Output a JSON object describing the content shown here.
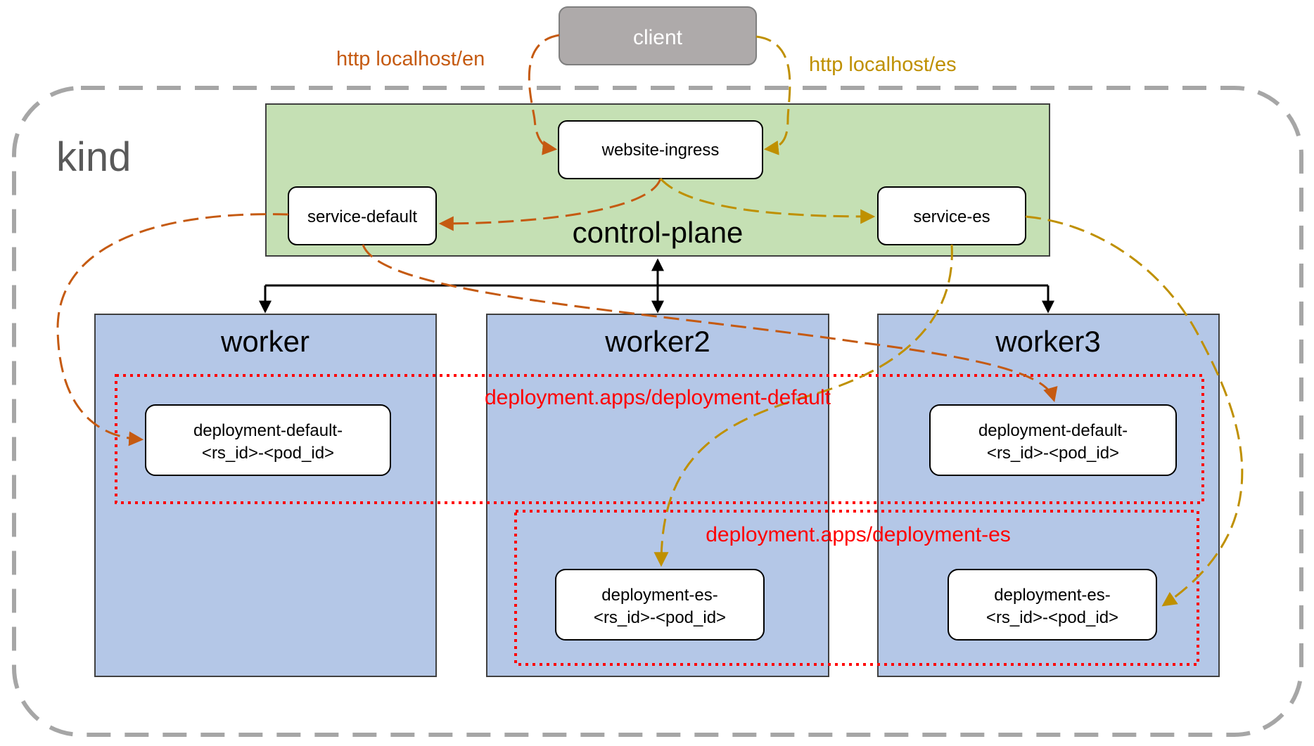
{
  "client": {
    "label": "client"
  },
  "cluster": {
    "label": "kind"
  },
  "control_plane": {
    "label": "control-plane",
    "ingress": "website-ingress",
    "service_default": "service-default",
    "service_es": "service-es"
  },
  "edges": {
    "en_label": "http localhost/en",
    "es_label": "http localhost/es"
  },
  "workers": [
    {
      "label": "worker"
    },
    {
      "label": "worker2"
    },
    {
      "label": "worker3"
    }
  ],
  "deployments": {
    "default_label": "deployment.apps/deployment-default",
    "es_label": "deployment.apps/deployment-es"
  },
  "pods": {
    "default_line1": "deployment-default-",
    "es_line1": "deployment-es-",
    "line2": "<rs_id>-<pod_id>"
  },
  "colors": {
    "en_path": "#c55a11",
    "es_path": "#bf9000",
    "deployment": "#ff0000",
    "control_plane_fill": "#c5e0b4",
    "worker_fill": "#b4c7e7",
    "client_fill": "#aeaaaa",
    "cluster_border": "#a6a6a6"
  }
}
